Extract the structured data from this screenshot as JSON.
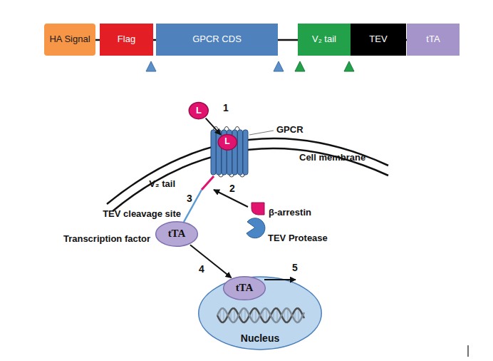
{
  "diagram": {
    "nodes": [
      {
        "text": [
          "HA Signal"
        ]
      },
      {
        "text": [
          "Flag"
        ]
      },
      {
        "text": [
          "GPCR CDS"
        ]
      },
      {
        "text": [
          "V₂ tail"
        ]
      },
      {
        "text": [
          "TEV"
        ]
      },
      {
        "text": [
          "tTA"
        ]
      },
      {
        "text": [
          "L"
        ]
      },
      {
        "text": [
          "L"
        ]
      },
      {
        "text": [
          "tTA"
        ]
      },
      {
        "text": [
          "Nucleus"
        ]
      },
      {
        "text": [
          "tTA"
        ],
        "in": 9
      }
    ],
    "edges": [
      {
        "from": 6,
        "to": 7,
        "arrow": "to",
        "label": "1"
      },
      {
        "from": 8,
        "to": 10,
        "arrow": "to",
        "label": "4"
      }
    ],
    "labels": [
      "GPCR",
      "Cell membrane",
      "V₂ tail",
      "3",
      "2",
      "TEV cleavage site",
      "β-arrestin",
      "TEV Protease",
      "Transcription factor",
      "5"
    ]
  }
}
